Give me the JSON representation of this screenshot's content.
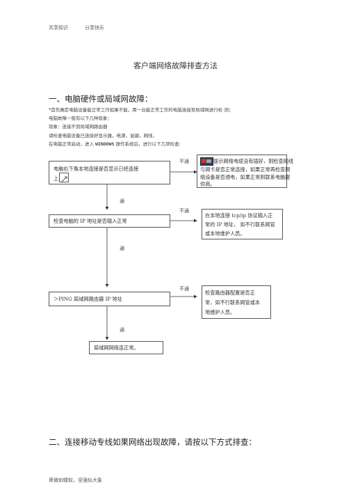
{
  "header": {
    "left": "共享知识",
    "right": "分享快乐"
  },
  "title": "客户端网络故障排查方法",
  "section1": {
    "heading": "一、电脑硬件或局域网故障：",
    "lines": [
      "*首先确定电脑设备能正常工作如果不能，用一台能正常工作的电脑连接至局域网进行检  测；",
      "电脑故障一般有以下几种现象：",
      "现象：连接不到局域网路由器",
      "请检查电脑设备已连接好显示器，电源，鼠键，网线，"
    ],
    "last_line_pre": "在电脑正常启动，进入 ",
    "last_line_win": "WINDOWS",
    "last_line_post": " 操作系统后，进行以下几项检查:"
  },
  "flow": {
    "step1_line1": "电脑右下角本地连接是否显示已经连接",
    "step1_line2": "上",
    "step2": "检查电脑的    IP  地址是否输入正常",
    "step3": "＞PING    局域网路由器    IP  地址",
    "step4": "局域网网络连正常。",
    "pass_label": "通",
    "fail_label": "不通",
    "fail1_lines": [
      "提示网络电缆没有插好，则检查网线",
      "与网卡是否正常连接，如果正常再检查网",
      "络设备是否通电，如果正常则联系电脑提",
      "供商。"
    ],
    "fail2_lines": [
      "在本地连接    tcp/ip  协议输入正",
      "常的  IP 地址，  如不行联系网管",
      "或本地维护人员。"
    ],
    "fail3_lines": [
      "检查路由器配置是否正",
      "常，如不行联系网管或本",
      "地维护人员。"
    ]
  },
  "section2": {
    "heading": "二、连接移动专线如果网络出现故障，请按以下方式排查："
  },
  "footer": "卑微如蝼蚁，坚强似大象"
}
